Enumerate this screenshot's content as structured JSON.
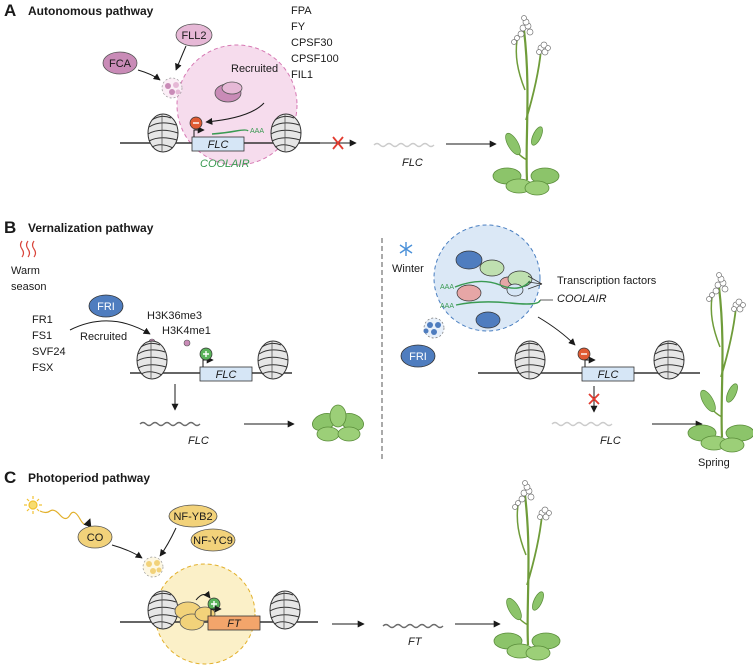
{
  "colors": {
    "fca_fill": "#c98bb7",
    "fll2_fill": "#e6b8d6",
    "fri_fill": "#4f7dbf",
    "co_fill": "#f2d27a",
    "nfy_fill": "#f2d27a",
    "flc_box": "#d6e6f6",
    "ft_box": "#f3a56b",
    "repress": "#e05b34",
    "activate": "#5bb35b",
    "coolair_green": "#3a9a52",
    "cross_red": "#e23b2f",
    "halo_pink": "#f6dced",
    "halo_blue": "#dbe8f6",
    "halo_yellow": "#fbf0c8"
  },
  "panel_a": {
    "letter": "A",
    "title": "Autonomous pathway",
    "fca": "FCA",
    "fll2": "FLL2",
    "recruited": "Recruited",
    "factors": [
      "FPA",
      "FY",
      "CPSF30",
      "CPSF100",
      "FIL1"
    ],
    "gene": "FLC",
    "antisense": "COOLAIR",
    "polya": "AAA",
    "transcript": "FLC"
  },
  "panel_b": {
    "letter": "B",
    "title": "Vernalization pathway",
    "warm": [
      "Warm",
      "season"
    ],
    "fri": "FRI",
    "factors": [
      "FR1",
      "FS1",
      "SVF24",
      "FSX"
    ],
    "recruited": "Recruited",
    "marks": [
      "H3K36me3",
      "H3K4me1"
    ],
    "gene": "FLC",
    "transcript": "FLC",
    "winter": "Winter",
    "polya": "AAA",
    "tf_label": "Transcription factors",
    "coolair": "COOLAIR",
    "fri2": "FRI",
    "gene2": "FLC",
    "transcript2": "FLC",
    "spring": "Spring"
  },
  "panel_c": {
    "letter": "C",
    "title": "Photoperiod pathway",
    "co": "CO",
    "nf_yb2": "NF-YB2",
    "nf_yc9": "NF-YC9",
    "gene": "FT",
    "transcript": "FT"
  }
}
